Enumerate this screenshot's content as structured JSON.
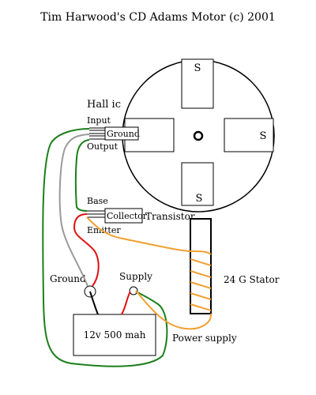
{
  "title": "Tim Harwood's CD Adams Motor (c) 2001",
  "labels": {
    "hall_ic": "Hall ic",
    "input": "Input",
    "ground_pin": "Ground",
    "output": "Output",
    "base": "Base",
    "collector": "Collector",
    "transistor": "Transistor",
    "emitter": "Emitter",
    "stator": "24 G Stator",
    "ground": "Ground",
    "supply": "Supply",
    "battery": "12v 500 mah",
    "power_supply": "Power supply"
  },
  "rotor_poles": [
    {
      "name": "top",
      "label": "S"
    },
    {
      "name": "left",
      "label": ""
    },
    {
      "name": "right",
      "label": "S"
    },
    {
      "name": "bottom",
      "label": "S"
    }
  ],
  "colors": {
    "green_wire": "#1a7f1a",
    "gray_wire": "#9a9a9a",
    "red_wire": "#e01010",
    "orange_wire": "#f0a030",
    "line": "#000000"
  }
}
